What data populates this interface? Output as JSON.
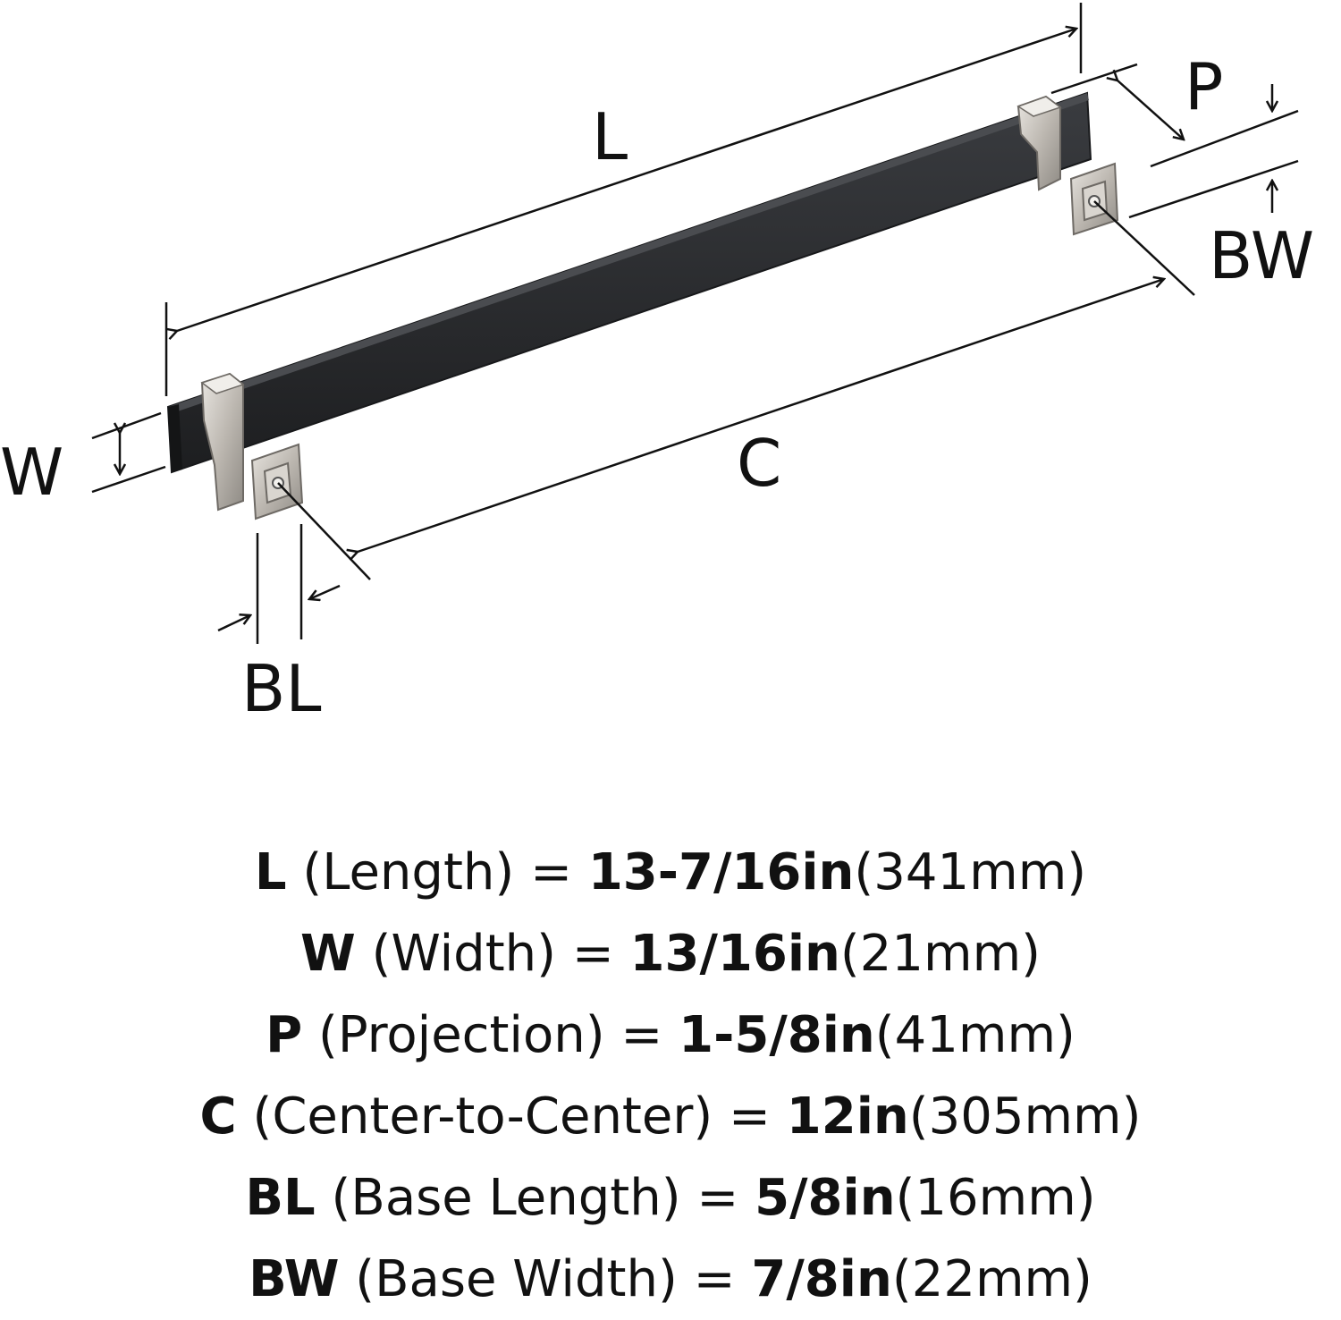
{
  "diagram": {
    "labels": {
      "length": "L",
      "width": "W",
      "projection": "P",
      "center": "C",
      "base_length": "BL",
      "base_width": "BW"
    },
    "colors": {
      "bar": "#2b2d30",
      "bar_edge": "#18191b",
      "metal": "#cfcbc5",
      "metal_dark": "#8f8b85",
      "lines": "#111111"
    }
  },
  "specs": [
    {
      "code": "L",
      "name": "(Length)",
      "eq": "=",
      "imperial": "13-7/16in",
      "metric": "(341mm)"
    },
    {
      "code": "W",
      "name": "(Width)",
      "eq": "=",
      "imperial": "13/16in",
      "metric": "(21mm)"
    },
    {
      "code": "P",
      "name": "(Projection)",
      "eq": "=",
      "imperial": "1-5/8in",
      "metric": "(41mm)"
    },
    {
      "code": "C",
      "name": "(Center-to-Center)",
      "eq": "=",
      "imperial": "12in",
      "metric": "(305mm)"
    },
    {
      "code": "BL",
      "name": "(Base Length)",
      "eq": "=",
      "imperial": "5/8in",
      "metric": "(16mm)"
    },
    {
      "code": "BW",
      "name": "(Base Width)",
      "eq": "=",
      "imperial": "7/8in",
      "metric": "(22mm)"
    }
  ]
}
